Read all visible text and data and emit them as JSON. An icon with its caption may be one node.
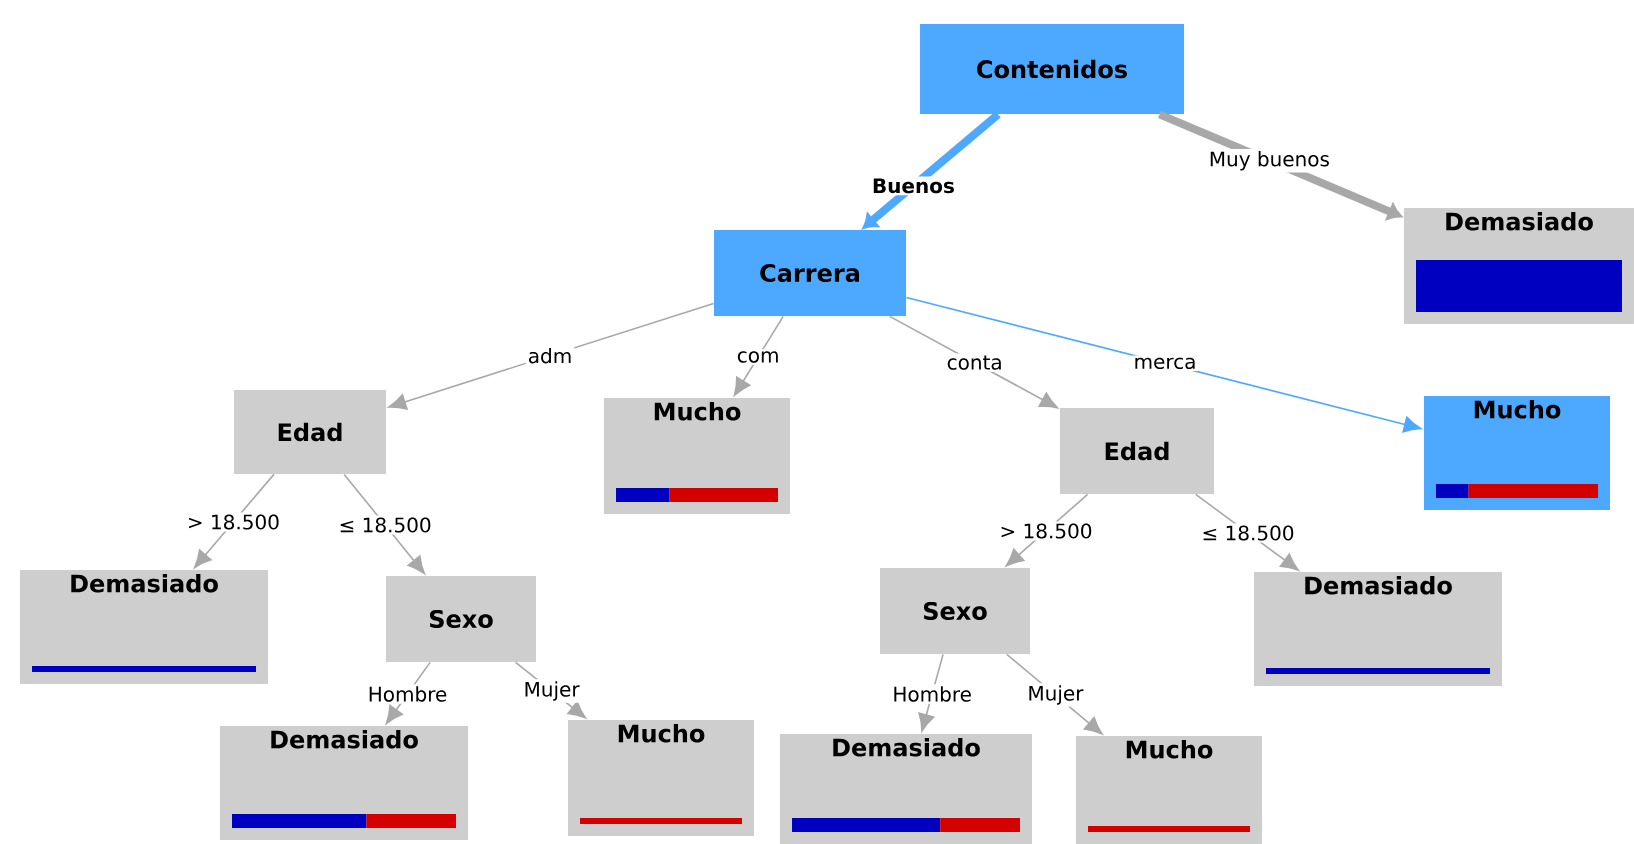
{
  "diagram": {
    "nodes": [
      {
        "text": [
          "Contenidos"
        ]
      },
      {
        "text": [
          "Carrera"
        ]
      },
      {
        "text": [
          "Demasiado"
        ]
      },
      {
        "text": [
          "Edad"
        ]
      },
      {
        "text": [
          "Mucho"
        ]
      },
      {
        "text": [
          "Edad"
        ]
      },
      {
        "text": [
          "Mucho"
        ]
      },
      {
        "text": [
          "Demasiado"
        ]
      },
      {
        "text": [
          "Sexo"
        ]
      },
      {
        "text": [
          "Sexo"
        ]
      },
      {
        "text": [
          "Demasiado"
        ]
      },
      {
        "text": [
          "Demasiado"
        ]
      },
      {
        "text": [
          "Mucho"
        ]
      },
      {
        "text": [
          "Demasiado"
        ]
      },
      {
        "text": [
          "Mucho"
        ]
      }
    ],
    "edges": [
      {
        "from": 0,
        "to": 1,
        "arrow": "to",
        "label": "Buenos",
        "style": "thick",
        "color": "#4da9ff"
      },
      {
        "from": 0,
        "to": 2,
        "arrow": "to",
        "label": "Muy buenos",
        "style": "thick"
      },
      {
        "from": 1,
        "to": 3,
        "arrow": "to",
        "label": "adm"
      },
      {
        "from": 1,
        "to": 4,
        "arrow": "to",
        "label": "com"
      },
      {
        "from": 1,
        "to": 5,
        "arrow": "to",
        "label": "conta"
      },
      {
        "from": 1,
        "to": 6,
        "arrow": "to",
        "label": "merca",
        "color": "#4da9ff"
      },
      {
        "from": 3,
        "to": 7,
        "arrow": "to",
        "label": "> 18.500"
      },
      {
        "from": 3,
        "to": 8,
        "arrow": "to",
        "label": "≤ 18.500"
      },
      {
        "from": 5,
        "to": 9,
        "arrow": "to",
        "label": "> 18.500"
      },
      {
        "from": 5,
        "to": 10,
        "arrow": "to",
        "label": "≤ 18.500"
      },
      {
        "from": 8,
        "to": 11,
        "arrow": "to",
        "label": "Hombre"
      },
      {
        "from": 8,
        "to": 12,
        "arrow": "to",
        "label": "Mujer"
      },
      {
        "from": 9,
        "to": 13,
        "arrow": "to",
        "label": "Hombre"
      },
      {
        "from": 9,
        "to": 14,
        "arrow": "to",
        "label": "Mujer"
      }
    ]
  }
}
